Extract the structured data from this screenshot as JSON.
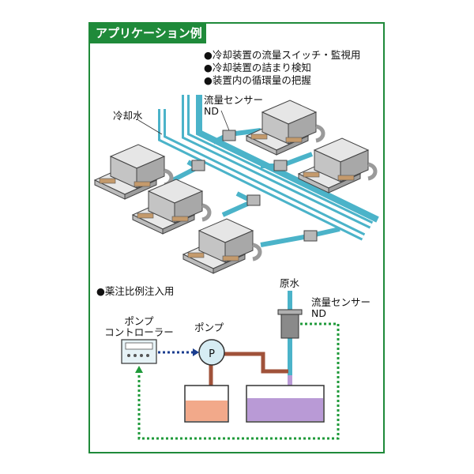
{
  "header": {
    "title": "アプリケーション例"
  },
  "bullets": [
    "●冷却装置の流量スイッチ・監視用",
    "●冷却装置の詰まり検知",
    "●装置内の循環量の把握"
  ],
  "labels": {
    "cooling_water": "冷却水",
    "flow_sensor_top_line1": "流量センサー",
    "flow_sensor_top_line2": "ND",
    "dosing_title": "●薬注比例注入用",
    "raw_water": "原水",
    "flow_sensor_bottom_line1": "流量センサー",
    "flow_sensor_bottom_line2": "ND",
    "pump_controller_line1": "ポンプ",
    "pump_controller_line2": "コントローラー",
    "pump": "ポンプ",
    "pump_symbol": "P"
  },
  "colors": {
    "frame_green": "#1f8a3a",
    "pipe_blue": "#4bb3c9",
    "pipe_white": "#ffffff",
    "signal_blue": "#1a3d8f",
    "signal_green": "#1f9a3a",
    "tank_left_liquid": "#f2a98a",
    "tank_right_liquid": "#b99ad6",
    "pump_fill": "#d6ecf3",
    "pipe_brown": "#a0523a",
    "machine_gray": "#cfcfcf"
  }
}
